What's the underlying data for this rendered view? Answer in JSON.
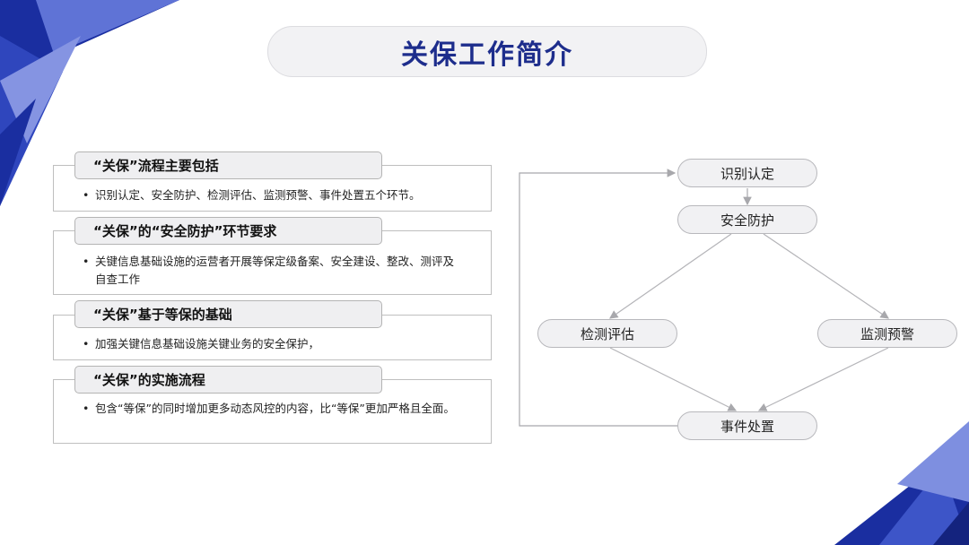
{
  "title": "关保工作简介",
  "sections": [
    {
      "heading": "“关保”流程主要包括",
      "bullet": "•",
      "body": "识别认定、安全防护、检测评估、监测预警、事件处置五个环节。"
    },
    {
      "heading": "“关保”的“安全防护”环节要求",
      "bullet": "•",
      "body": "关键信息基础设施的运营者开展等保定级备案、安全建设、整改、测评及自查工作"
    },
    {
      "heading": "“关保”基于等保的基础",
      "bullet": "•",
      "body": "加强关键信息基础设施关键业务的安全保护，"
    },
    {
      "heading": "“关保”的实施流程",
      "bullet": "•",
      "body": "包含“等保”的同时增加更多动态风控的内容，比“等保”更加严格且全面。"
    }
  ],
  "flow": {
    "nodes": {
      "identify": "识别认定",
      "protect": "安全防护",
      "assess": "检测评估",
      "monitor": "监测预警",
      "respond": "事件处置"
    }
  },
  "colors": {
    "title": "#1d2d8c",
    "deco_dark": "#1a2ea0",
    "deco_mid": "#3d55c8",
    "deco_light": "#7e8fe0",
    "arrow": "#b0b0b4"
  }
}
